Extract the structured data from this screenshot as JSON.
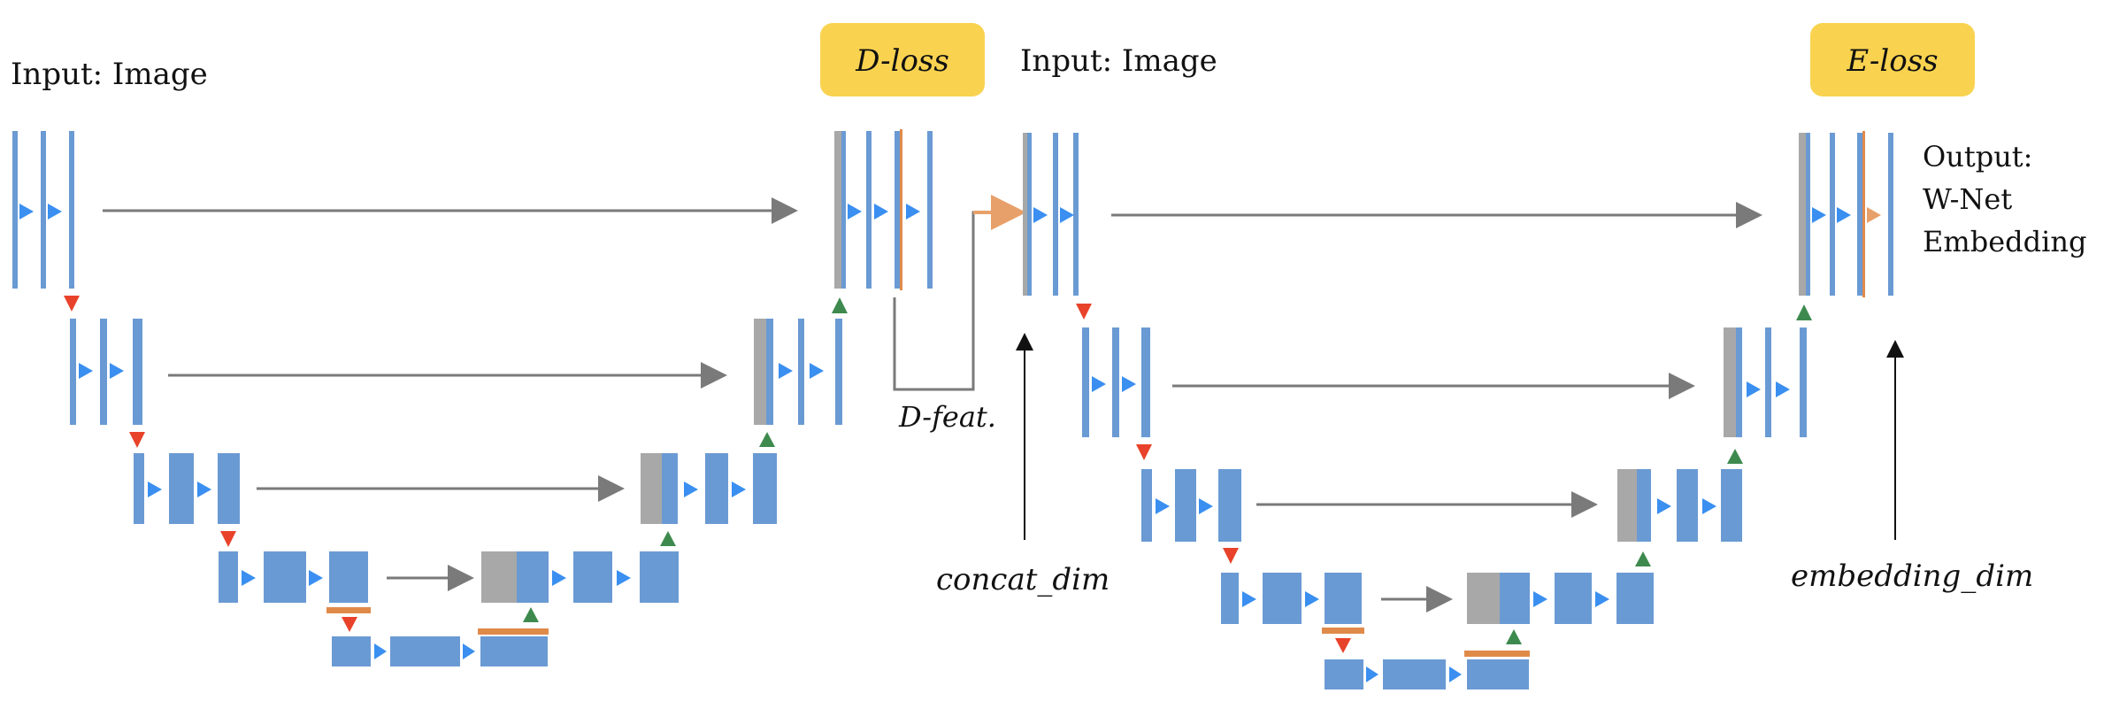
{
  "left_net": {
    "input_label": "Input: Image",
    "loss_label": "D-loss",
    "feature_label": "D-feat."
  },
  "right_net": {
    "input_label": "Input: Image",
    "loss_label": "E-loss",
    "output_label_lines": [
      "Output:",
      "W-Net",
      "Embedding"
    ],
    "concat_label": "concat_dim",
    "embedding_label": "embedding_dim"
  },
  "colors": {
    "block": "#6a9ad3",
    "block_edge": "#4f84c4",
    "inner_arrow": "#3a8ff0",
    "skip_bar": "#a8a8a8",
    "skip_arrow": "#7a7a7a",
    "down_arrow": "#e8432a",
    "up_arrow": "#3e8a4e",
    "orange": "#e08a4a",
    "loss_box": "#f9d350"
  }
}
